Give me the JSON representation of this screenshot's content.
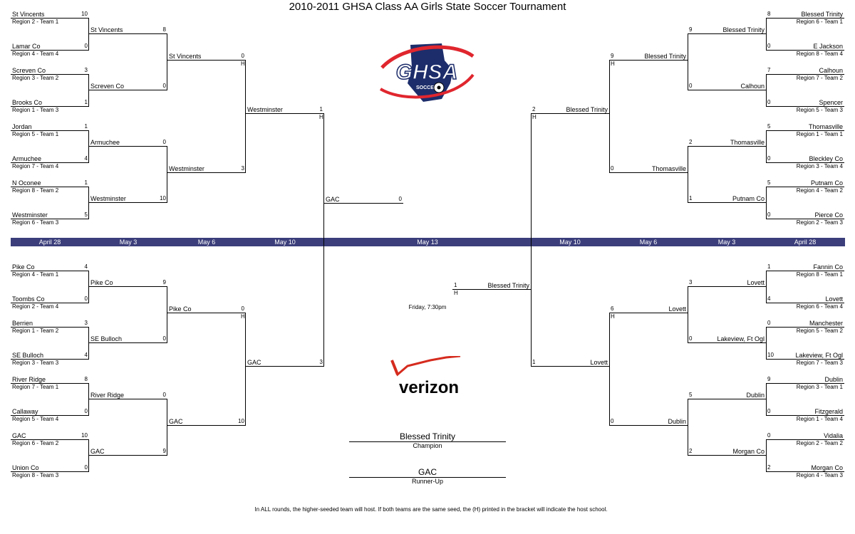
{
  "title": "2010-2011 GHSA Class AA Girls State Soccer Tournament",
  "dates": [
    "April 28",
    "May 3",
    "May 6",
    "May 10",
    "May 13",
    "May 10",
    "May 6",
    "May 3",
    "April 28"
  ],
  "logo_text": "GHSA",
  "logo_subtext": "SOCCER",
  "sponsor": "verizon",
  "footnote": "In ALL rounds, the higher-seeded team will host.  If both teams are the same seed, the (H) printed in the bracket will indicate the host school.",
  "champion": {
    "name": "Blessed Trinity",
    "caption": "Champion"
  },
  "runner_up": {
    "name": "GAC",
    "caption": "Runner-Up"
  },
  "final": {
    "date_time": "Friday, 7:30pm"
  },
  "left": {
    "r1": [
      {
        "team": "St Vincents",
        "seed": "Region 2 - Team 1",
        "score": "10"
      },
      {
        "team": "Lamar Co",
        "seed": "Region 4 - Team 4",
        "score": "0"
      },
      {
        "team": "Screven Co",
        "seed": "Region 3 - Team 2",
        "score": "3"
      },
      {
        "team": "Brooks Co",
        "seed": "Region 1 - Team 3",
        "score": "1"
      },
      {
        "team": "Jordan",
        "seed": "Region 5 - Team 1",
        "score": "1"
      },
      {
        "team": "Armuchee",
        "seed": "Region 7 - Team 4",
        "score": "4"
      },
      {
        "team": "N Oconee",
        "seed": "Region 8 - Team 2",
        "score": "1"
      },
      {
        "team": "Westminster",
        "seed": "Region 6 - Team 3",
        "score": "5"
      },
      {
        "team": "Pike Co",
        "seed": "Region 4 - Team 1",
        "score": "4"
      },
      {
        "team": "Toombs Co",
        "seed": "Region 2 - Team 4",
        "score": "0"
      },
      {
        "team": "Berrien",
        "seed": "Region 1 - Team 2",
        "score": "3"
      },
      {
        "team": "SE Bulloch",
        "seed": "Region 3 - Team 3",
        "score": "4"
      },
      {
        "team": "River Ridge",
        "seed": "Region 7 - Team 1",
        "score": "8"
      },
      {
        "team": "Callaway",
        "seed": "Region 5 - Team 4",
        "score": "0"
      },
      {
        "team": "GAC",
        "seed": "Region 6 - Team 2",
        "score": "10"
      },
      {
        "team": "Union Co",
        "seed": "Region 8 - Team 3",
        "score": "0"
      }
    ],
    "r2": [
      {
        "team": "St Vincents",
        "score": "8"
      },
      {
        "team": "Screven Co",
        "score": "0"
      },
      {
        "team": "Armuchee",
        "score": "0"
      },
      {
        "team": "Westminster",
        "score": "10"
      },
      {
        "team": "Pike Co",
        "score": "9"
      },
      {
        "team": "SE Bulloch",
        "score": "0"
      },
      {
        "team": "River Ridge",
        "score": "0"
      },
      {
        "team": "GAC",
        "score": "9"
      }
    ],
    "r3": [
      {
        "team": "St Vincents",
        "score": "0",
        "host": "H"
      },
      {
        "team": "Westminster",
        "score": "3",
        "host": ""
      },
      {
        "team": "Pike Co",
        "score": "0",
        "host": "H"
      },
      {
        "team": "GAC",
        "score": "10",
        "host": ""
      }
    ],
    "r4": [
      {
        "team": "Westminster",
        "score": "1",
        "host": "H"
      },
      {
        "team": "GAC",
        "score": "3",
        "host": ""
      }
    ],
    "r5": {
      "team": "GAC",
      "score": "0"
    }
  },
  "right": {
    "r1": [
      {
        "team": "Blessed Trinity",
        "seed": "Region 6 - Team 1",
        "score": "8"
      },
      {
        "team": "E Jackson",
        "seed": "Region 8 - Team 4",
        "score": "0"
      },
      {
        "team": "Calhoun",
        "seed": "Region 7 - Team 2",
        "score": "7"
      },
      {
        "team": "Spencer",
        "seed": "Region 5 - Team 3",
        "score": "0"
      },
      {
        "team": "Thomasville",
        "seed": "Region 1 - Team 1",
        "score": "5"
      },
      {
        "team": "Bleckley Co",
        "seed": "Region 3 - Team 4",
        "score": "0"
      },
      {
        "team": "Putnam Co",
        "seed": "Region 4 - Team 2",
        "score": "5"
      },
      {
        "team": "Pierce Co",
        "seed": "Region 2 - Team 3",
        "score": "0"
      },
      {
        "team": "Fannin Co",
        "seed": "Region 8 - Team 1",
        "score": "1"
      },
      {
        "team": "Lovett",
        "seed": "Region 6 - Team 4",
        "score": "4"
      },
      {
        "team": "Manchester",
        "seed": "Region 5 - Team 2",
        "score": "0"
      },
      {
        "team": "Lakeview, Ft Ogl",
        "seed": "Region 7 - Team 3",
        "score": "10"
      },
      {
        "team": "Dublin",
        "seed": "Region 3 - Team 1",
        "score": "9"
      },
      {
        "team": "Fitzgerald",
        "seed": "Region 1 - Team 4",
        "score": "0"
      },
      {
        "team": "Vidalia",
        "seed": "Region 2 - Team 2",
        "score": "0"
      },
      {
        "team": "Morgan Co",
        "seed": "Region 4 - Team 3",
        "score": "2"
      }
    ],
    "r2": [
      {
        "team": "Blessed Trinity",
        "score": "9"
      },
      {
        "team": "Calhoun",
        "score": "0"
      },
      {
        "team": "Thomasville",
        "score": "2"
      },
      {
        "team": "Putnam Co",
        "score": "1"
      },
      {
        "team": "Lovett",
        "score": "3"
      },
      {
        "team": "Lakeview, Ft Ogl",
        "score": "0"
      },
      {
        "team": "Dublin",
        "score": "5"
      },
      {
        "team": "Morgan Co",
        "score": "2"
      }
    ],
    "r3": [
      {
        "team": "Blessed Trinity",
        "score": "9",
        "host": "H"
      },
      {
        "team": "Thomasville",
        "score": "0",
        "host": ""
      },
      {
        "team": "Lovett",
        "score": "6",
        "host": "H"
      },
      {
        "team": "Dublin",
        "score": "0",
        "host": ""
      }
    ],
    "r4": [
      {
        "team": "Blessed Trinity",
        "score": "2",
        "host": "H"
      },
      {
        "team": "Lovett",
        "score": "1",
        "host": ""
      }
    ],
    "r5": {
      "team": "Blessed Trinity",
      "score": "1",
      "host": "H"
    }
  }
}
